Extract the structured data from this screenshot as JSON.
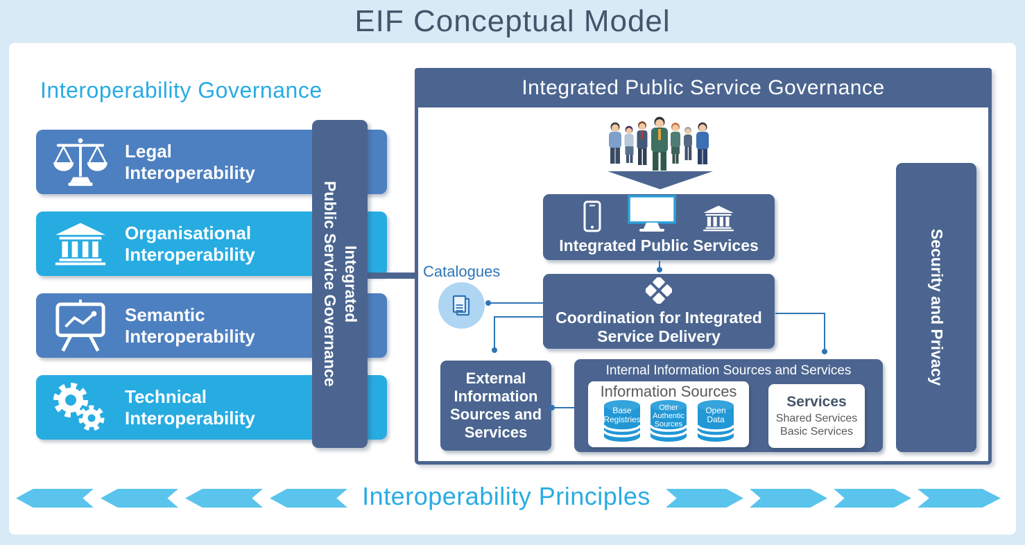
{
  "title": "EIF Conceptual Model",
  "colors": {
    "page_bg": "#d8eaf6",
    "slate": "#4b6590",
    "mid_blue": "#4d80c0",
    "cyan": "#27ace2",
    "heading_cyan": "#29abe2",
    "title_slate": "#44546a",
    "connector_blue": "#2e75b6",
    "catalogue_circle": "#aed5f2",
    "cylinder_blue": "#2197d5",
    "chevron_blue": "#5ac4ed",
    "gray_text": "#595959"
  },
  "left": {
    "heading": "Interoperability Governance",
    "blocks": [
      {
        "icon": "scales-icon",
        "line1": "Legal",
        "line2": "Interoperability"
      },
      {
        "icon": "bank-icon",
        "line1": "Organisational",
        "line2": "Interoperability"
      },
      {
        "icon": "presentation-chart-icon",
        "line1": "Semantic",
        "line2": "Interoperability"
      },
      {
        "icon": "gears-icon",
        "line1": "Technical",
        "line2": "Interoperability"
      }
    ]
  },
  "vertical_bar": {
    "line1": "Integrated",
    "line2": "Public Service Governance"
  },
  "panel": {
    "header": "Integrated Public Service Governance",
    "integrated_public_services": {
      "label": "Integrated Public Services"
    },
    "coordination": {
      "line1": "Coordination for Integrated",
      "line2": "Service Delivery"
    },
    "catalogues_label": "Catalogues",
    "external_box": {
      "line1": "External",
      "line2": "Information",
      "line3": "Sources and",
      "line4": "Services"
    },
    "internal_box": {
      "title": "Internal Information Sources and Services",
      "information_sources": {
        "heading": "Information Sources",
        "cylinders": [
          {
            "line1": "Base",
            "line2": "Registries",
            "line3": ""
          },
          {
            "line1": "Other",
            "line2": "Authentic",
            "line3": "Sources"
          },
          {
            "line1": "Open",
            "line2": "Data",
            "line3": ""
          }
        ]
      },
      "services": {
        "heading": "Services",
        "item1": "Shared Services",
        "item2": "Basic Services"
      }
    },
    "security_bar": {
      "label": "Security and Privacy"
    }
  },
  "principles": {
    "label": "Interoperability Principles"
  }
}
